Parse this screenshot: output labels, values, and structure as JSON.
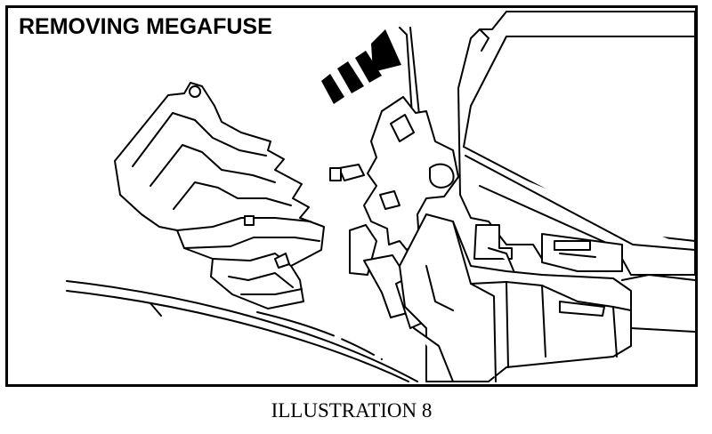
{
  "figure": {
    "heading": "REMOVING MEGAFUSE",
    "caption": "ILLUSTRATION 8"
  },
  "graphics": {
    "line_color": "#000000",
    "background": "#ffffff",
    "parts": [
      "removed-fuse-cover",
      "motion-arrow",
      "fuse-holder-latch",
      "fuse-box-housing",
      "curved-panel-edge"
    ]
  }
}
